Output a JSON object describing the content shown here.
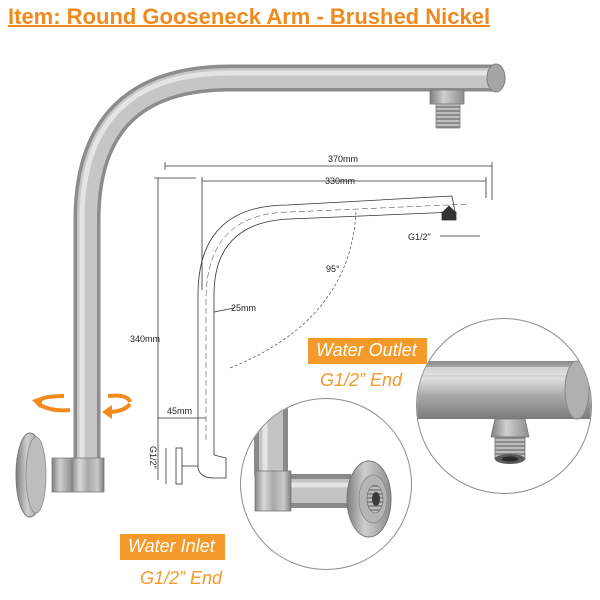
{
  "title": "Item: Round Gooseneck Arm - Brushed Nickel",
  "dimensions": {
    "width_outer": "370mm",
    "width_inner": "330mm",
    "height": "340mm",
    "diameter": "25mm",
    "angle": "95°",
    "offset": "45mm",
    "outlet_thread": "G1/2\"",
    "inlet_thread": "G1/2\""
  },
  "callouts": {
    "outlet_label": "Water Outlet",
    "outlet_sub": "G1/2” End",
    "inlet_label": "Water Inlet",
    "inlet_sub": "G1/2” End"
  },
  "colors": {
    "accent": "#f08a1c",
    "tag_bg": "#f39a2b",
    "metal": "#b9b9b9"
  },
  "icons": {
    "rotation": "rotate-arrows-icon"
  }
}
